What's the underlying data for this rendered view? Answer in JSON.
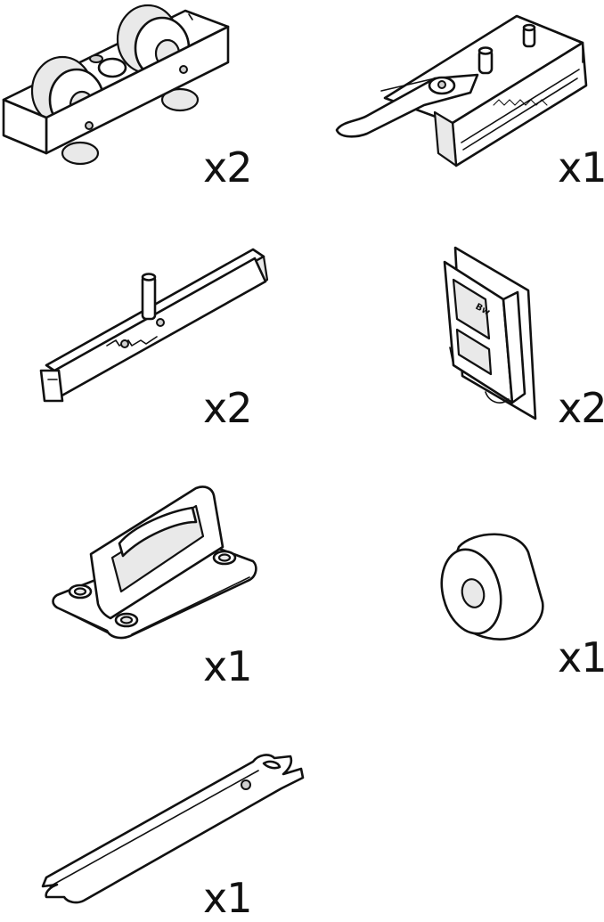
{
  "parts": [
    {
      "icon": "roller-carriage-icon",
      "quantity": "x2"
    },
    {
      "icon": "soft-close-damper-icon",
      "quantity": "x1"
    },
    {
      "icon": "glass-clamp-rail-icon",
      "quantity": "x2"
    },
    {
      "icon": "end-stop-bracket-icon",
      "quantity": "x2"
    },
    {
      "icon": "floor-guide-icon",
      "quantity": "x1"
    },
    {
      "icon": "rubber-stopper-icon",
      "quantity": "x1"
    },
    {
      "icon": "wrench-icon",
      "quantity": "x1"
    }
  ]
}
